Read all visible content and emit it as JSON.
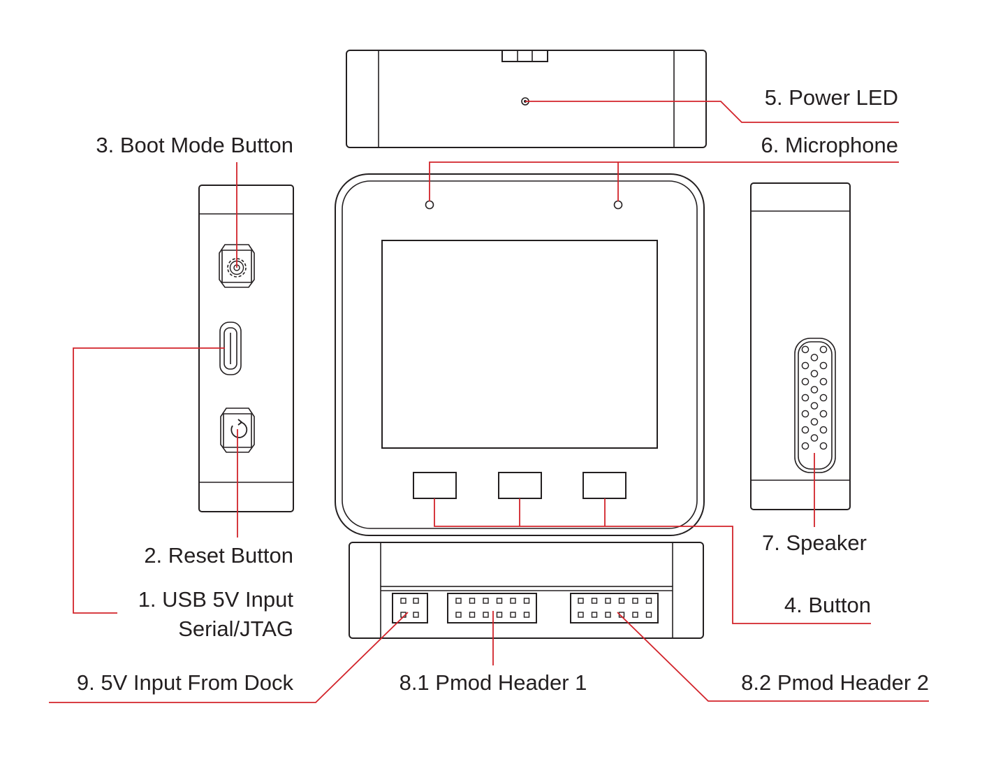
{
  "colors": {
    "outline": "#231f20",
    "leader_line": "#d2232a",
    "background": "#ffffff"
  },
  "labels": {
    "power_led": "5. Power LED",
    "boot_mode_button": "3. Boot Mode Button",
    "microphone": "6. Microphone",
    "reset_button": "2. Reset Button",
    "usb_input_line1": "1. USB 5V Input",
    "usb_input_line2": "Serial/JTAG",
    "speaker": "7. Speaker",
    "button": "4. Button",
    "dock_input": "9. 5V Input From Dock",
    "pmod_header_1": "8.1 Pmod Header 1",
    "pmod_header_2": "8.2 Pmod Header 2"
  },
  "icons": {
    "boot_button": "gear-icon",
    "reset_button": "rotate-arrow-icon",
    "usb_port": "usb-c-icon"
  }
}
